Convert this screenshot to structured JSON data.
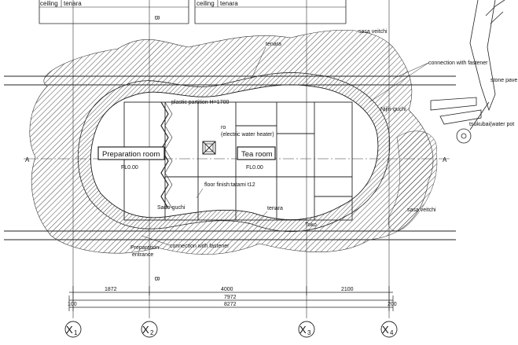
{
  "top_labels": {
    "left_ceiling": "ceiling",
    "left_tenara": "tenara",
    "right_ceiling": "ceiling",
    "right_tenara": "tenara"
  },
  "section_marks": {
    "upper": "B",
    "lower": "B",
    "left": "A",
    "right": "A"
  },
  "annotations": {
    "sasa_veitchi_top": "sasa veitchi",
    "tenara_top": "tenara",
    "connection_top": "connection with fastener",
    "stone_pavement": "stone pave",
    "nijiri_guchi": "Nijiri-guchi",
    "tsukubai": "tsukubai(water pot",
    "plastic_partition": "plastic partition H=1700",
    "ro": "ro",
    "water_heater": "(electric water heater)",
    "floor_finish": "floor finish:tatami t12",
    "sado_guchi": "Sado-guchi",
    "tenara_bottom": "tenara",
    "toko": "Toko",
    "sasa_veitchi_right": "sasa veitchi",
    "prep_entrance_1": "Preparation",
    "prep_entrance_2": "entrance",
    "connection_bottom": "connection with fastener"
  },
  "rooms": {
    "preparation": "Preparation room",
    "preparation_fl": "FL0.00",
    "tea": "Tea room",
    "tea_fl": "FL0.00"
  },
  "dimensions": {
    "seg1": "1872",
    "seg2": "4000",
    "seg3": "2100",
    "inner_total": "7972",
    "outer_total": "8272",
    "left_offset": "100",
    "right_offset": "200"
  },
  "axes": [
    {
      "main": "X",
      "sub": "1"
    },
    {
      "main": "X",
      "sub": "2"
    },
    {
      "main": "X",
      "sub": "3"
    },
    {
      "main": "X",
      "sub": "4"
    }
  ]
}
